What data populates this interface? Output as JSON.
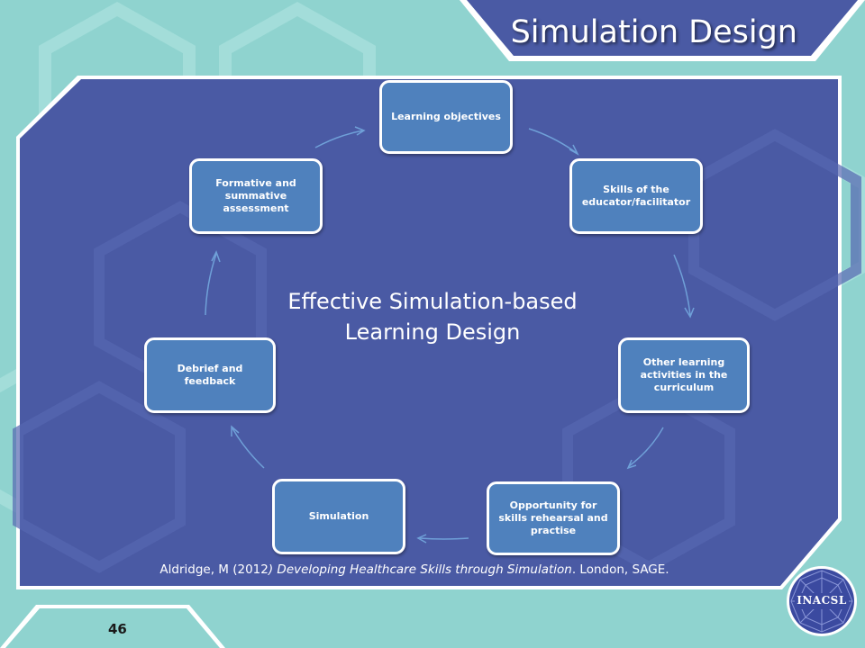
{
  "slide": {
    "title": "Simulation Design",
    "page_number": "46"
  },
  "diagram": {
    "center_label_line1": "Effective Simulation-based",
    "center_label_line2": "Learning Design",
    "nodes": [
      {
        "label": "Learning objectives"
      },
      {
        "label": "Skills of the educator/facilitator"
      },
      {
        "label": "Other learning activities in the curriculum"
      },
      {
        "label": "Opportunity for skills rehearsal and practise"
      },
      {
        "label": "Simulation"
      },
      {
        "label": "Debrief and feedback"
      },
      {
        "label": "Formative and summative assessment"
      }
    ]
  },
  "citation": {
    "author": "Aldridge, M (2012",
    "title_italic": ") Developing Healthcare Skills through Simulation",
    "publisher": ". London, SAGE."
  },
  "logo": {
    "text": "INACSL",
    "icon": "inacsl-seal-icon"
  },
  "colors": {
    "background": "#8fd3cf",
    "panel": "#4a5aa4",
    "node_fill": "#4f81bd",
    "arrow": "#6fa0d8"
  }
}
